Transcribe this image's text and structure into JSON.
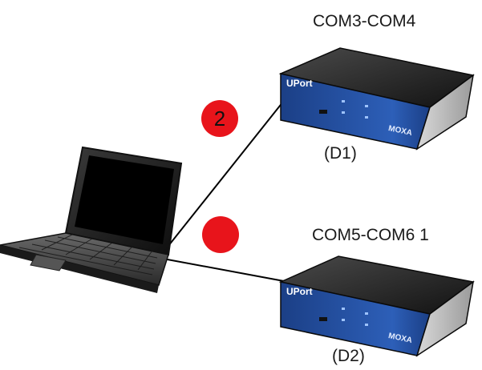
{
  "devices": [
    {
      "port_range": "COM3-COM4",
      "id": "(D1)",
      "brand": "MOXA",
      "model": "UPort"
    },
    {
      "port_range": "COM5-COM6 1",
      "id": "(D2)",
      "brand": "MOXA",
      "model": "UPort"
    }
  ],
  "badges": [
    {
      "text": "2",
      "color": "#e8141b"
    },
    {
      "text": "",
      "color": "#e8141b"
    }
  ]
}
